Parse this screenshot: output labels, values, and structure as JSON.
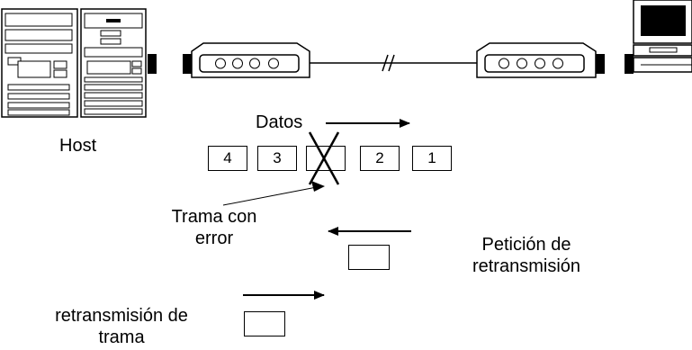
{
  "diagram": {
    "host_label": "Host",
    "data_label": "Datos",
    "link_break_mark": "//",
    "frames": [
      {
        "label": "4",
        "errored": false
      },
      {
        "label": "3",
        "errored": false
      },
      {
        "label": "",
        "errored": true
      },
      {
        "label": "2",
        "errored": false
      },
      {
        "label": "1",
        "errored": false
      }
    ],
    "error_frame_label": [
      "Trama con",
      "error"
    ],
    "retransmission_request_label": [
      "Petición de",
      "retransmisión"
    ],
    "frame_retransmission_label": [
      "retransmisión de",
      "trama"
    ],
    "modem_led_count": 4
  }
}
